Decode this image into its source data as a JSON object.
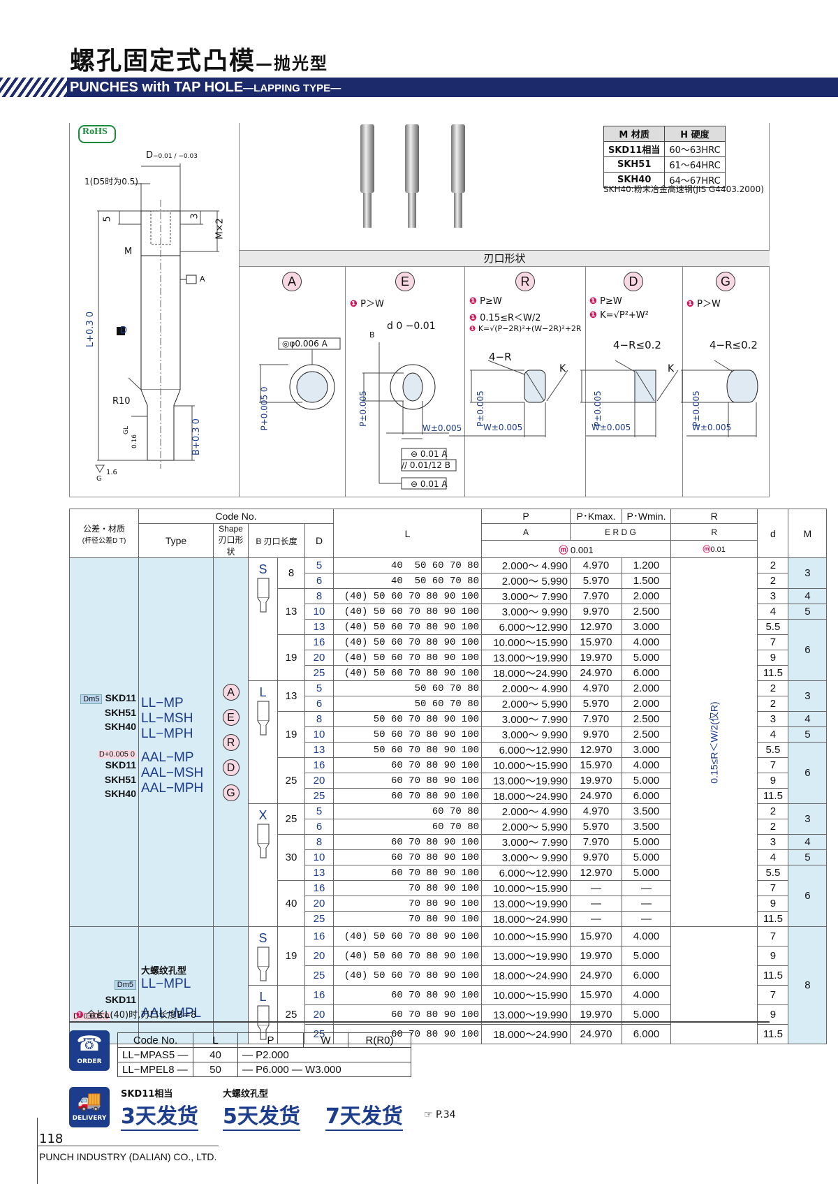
{
  "header": {
    "title_cn": "螺孔固定式凸模",
    "title_cn_sub": "—抛光型",
    "title_en": "PUNCHES with TAP HOLE",
    "title_en_sub": "—LAPPING TYPE—"
  },
  "drawing": {
    "rohs": "RoHS",
    "dim_top": "D",
    "dim_tol": "−0.01 / −0.03",
    "note_1": "1(D5时为0.5)",
    "d5": "5",
    "d3": "3",
    "mx2": "M×2",
    "m": "M",
    "a": "A",
    "d": "D",
    "l": "L+0.3 0",
    "r10": "R10",
    "b": "B+0.3 0",
    "gl": "GL",
    "v016": "0.16",
    "g": "G",
    "v16": "1.6"
  },
  "materials": {
    "col1": "M 材质",
    "col2": "H 硬度",
    "rows": [
      {
        "m": "SKD11相当",
        "h": "60～63HRC"
      },
      {
        "m": "SKH51",
        "h": "61～64HRC"
      },
      {
        "m": "SKH40",
        "h": "64～67HRC"
      }
    ],
    "note": "SKH40:粉末冶金高速钢(JIS G4403.2000)"
  },
  "shapes": {
    "header": "刃口形状",
    "items": [
      {
        "key": "A",
        "notes": []
      },
      {
        "key": "E",
        "notes": [
          "P＞W"
        ]
      },
      {
        "key": "R",
        "notes": [
          "P≥W",
          "0.15≤R＜W/2",
          "K=√(P−2R)²+(W−2R)²+2R"
        ]
      },
      {
        "key": "D",
        "notes": [
          "P≥W",
          "K=√P²+W²"
        ]
      },
      {
        "key": "G",
        "notes": [
          "P＞W"
        ]
      }
    ],
    "labels": {
      "phi": "φ0.006",
      "a_ref": "A",
      "p_tol": "P+0.005 0",
      "p_pm": "P±0.005",
      "w_pm": "W±0.005",
      "d_tol": "d 0 −0.01",
      "b_ref": "B",
      "four_r": "4−R",
      "four_r_le": "4−R≤0.2",
      "k": "K",
      "tol1": "0.01",
      "tol2": "0.01/12",
      "tol3": "0.01"
    }
  },
  "table": {
    "h_tol": "公差・材质",
    "h_tol2": "(杆径公差D T)",
    "h_code": "Code No.",
    "h_type": "Type",
    "h_shape": "Shape 刃口形状",
    "h_b": "B 刃口长度",
    "h_d": "D",
    "h_l": "L",
    "h_p": "P",
    "h_pk": "P･Kmax.",
    "h_pw": "P･Wmin.",
    "h_r": "R",
    "h_dd": "d",
    "h_m": "M",
    "h_pa": "A",
    "h_pkw": "E R D G",
    "h_rr": "R",
    "h_inc1": "0.001",
    "h_inc2": "0.01",
    "r_note": "0.15≤R＜W/2(仅R)",
    "grp1": {
      "mat1": [
        "SKD11",
        "SKH51",
        "SKH40"
      ],
      "type1": [
        "LL−MP",
        "LL−MSH",
        "LL−MPH"
      ],
      "tag1": "Dm5",
      "mat2": [
        "SKD11",
        "SKH51",
        "SKH40"
      ],
      "type2": [
        "AAL−MP",
        "AAL−MSH",
        "AAL−MPH"
      ],
      "tag2": "D+0.005 0",
      "shapes": [
        "A",
        "E",
        "R",
        "D",
        "G"
      ]
    },
    "grp2": {
      "label": "大螺纹孔型",
      "type1": "LL−MPL",
      "tag1": "Dm5",
      "mat": "SKD11",
      "tag2": "D+0.005 0",
      "type2": "AAL−MPL"
    },
    "rows": [
      {
        "s": "S",
        "b": "8",
        "d": "5",
        "l": "40  50 60 70 80",
        "p": "2.000～ 4.990",
        "k": "4.970",
        "w": "1.200",
        "dd": "2",
        "m": "3"
      },
      {
        "d": "6",
        "l": "40  50 60 70 80",
        "p": "2.000～ 5.990",
        "k": "5.970",
        "w": "1.500",
        "dd": "2"
      },
      {
        "b": "13",
        "d": "8",
        "l": "(40) 50 60 70 80 90 100",
        "p": "3.000～ 7.990",
        "k": "7.970",
        "w": "2.000",
        "dd": "3",
        "m": "4"
      },
      {
        "d": "10",
        "l": "(40) 50 60 70 80 90 100",
        "p": "3.000～ 9.990",
        "k": "9.970",
        "w": "2.500",
        "dd": "4",
        "m": "5"
      },
      {
        "d": "13",
        "l": "(40) 50 60 70 80 90 100",
        "p": "6.000～12.990",
        "k": "12.970",
        "w": "3.000",
        "dd": "5.5",
        "m": "6"
      },
      {
        "b": "19",
        "d": "16",
        "l": "(40) 50 60 70 80 90 100",
        "p": "10.000～15.990",
        "k": "15.970",
        "w": "4.000",
        "dd": "7"
      },
      {
        "d": "20",
        "l": "(40) 50 60 70 80 90 100",
        "p": "13.000～19.990",
        "k": "19.970",
        "w": "5.000",
        "dd": "9"
      },
      {
        "d": "25",
        "l": "(40) 50 60 70 80 90 100",
        "p": "18.000～24.990",
        "k": "24.970",
        "w": "6.000",
        "dd": "11.5"
      },
      {
        "s": "L",
        "b": "13",
        "d": "5",
        "l": "50 60 70 80",
        "p": "2.000～ 4.990",
        "k": "4.970",
        "w": "2.000",
        "dd": "2",
        "m": "3"
      },
      {
        "d": "6",
        "l": "50 60 70 80",
        "p": "2.000～ 5.990",
        "k": "5.970",
        "w": "2.000",
        "dd": "2"
      },
      {
        "b": "19",
        "d": "8",
        "l": "50 60 70 80 90 100",
        "p": "3.000～ 7.990",
        "k": "7.970",
        "w": "2.500",
        "dd": "3",
        "m": "4"
      },
      {
        "d": "10",
        "l": "50 60 70 80 90 100",
        "p": "3.000～ 9.990",
        "k": "9.970",
        "w": "2.500",
        "dd": "4",
        "m": "5"
      },
      {
        "d": "13",
        "l": "50 60 70 80 90 100",
        "p": "6.000～12.990",
        "k": "12.970",
        "w": "3.000",
        "dd": "5.5",
        "m": "6"
      },
      {
        "b": "25",
        "d": "16",
        "l": "60 70 80 90 100",
        "p": "10.000～15.990",
        "k": "15.970",
        "w": "4.000",
        "dd": "7"
      },
      {
        "d": "20",
        "l": "60 70 80 90 100",
        "p": "13.000～19.990",
        "k": "19.970",
        "w": "5.000",
        "dd": "9"
      },
      {
        "d": "25",
        "l": "60 70 80 90 100",
        "p": "18.000～24.990",
        "k": "24.970",
        "w": "6.000",
        "dd": "11.5"
      },
      {
        "s": "X",
        "b": "25",
        "d": "5",
        "l": "60 70 80",
        "p": "2.000～ 4.990",
        "k": "4.970",
        "w": "3.500",
        "dd": "2",
        "m": "3"
      },
      {
        "d": "6",
        "l": "60 70 80",
        "p": "2.000～ 5.990",
        "k": "5.970",
        "w": "3.500",
        "dd": "2"
      },
      {
        "b": "30",
        "d": "8",
        "l": "60 70 80 90 100",
        "p": "3.000～ 7.990",
        "k": "7.970",
        "w": "5.000",
        "dd": "3",
        "m": "4"
      },
      {
        "d": "10",
        "l": "60 70 80 90 100",
        "p": "3.000～ 9.990",
        "k": "9.970",
        "w": "5.000",
        "dd": "4",
        "m": "5"
      },
      {
        "d": "13",
        "l": "60 70 80 90 100",
        "p": "6.000～12.990",
        "k": "12.970",
        "w": "5.000",
        "dd": "5.5",
        "m": "6"
      },
      {
        "b": "40",
        "d": "16",
        "l": "70 80 90 100",
        "p": "10.000～15.990",
        "k": "—",
        "w": "—",
        "dd": "7"
      },
      {
        "d": "20",
        "l": "70 80 90 100",
        "p": "13.000～19.990",
        "k": "—",
        "w": "—",
        "dd": "9"
      },
      {
        "d": "25",
        "l": "70 80 90 100",
        "p": "18.000～24.990",
        "k": "—",
        "w": "—",
        "dd": "11.5"
      },
      {
        "s": "S",
        "b": "19",
        "d": "16",
        "l": "(40) 50 60 70 80 90 100",
        "p": "10.000～15.990",
        "k": "15.970",
        "w": "4.000",
        "dd": "7",
        "m": "8"
      },
      {
        "d": "20",
        "l": "(40) 50 60 70 80 90 100",
        "p": "13.000～19.990",
        "k": "19.970",
        "w": "5.000",
        "dd": "9"
      },
      {
        "d": "25",
        "l": "(40) 50 60 70 80 90 100",
        "p": "18.000～24.990",
        "k": "24.970",
        "w": "6.000",
        "dd": "11.5"
      },
      {
        "s": "L",
        "b": "25",
        "d": "16",
        "l": "60 70 80 90 100",
        "p": "10.000～15.990",
        "k": "15.970",
        "w": "4.000",
        "dd": "7"
      },
      {
        "d": "20",
        "l": "60 70 80 90 100",
        "p": "13.000～19.990",
        "k": "19.970",
        "w": "5.000",
        "dd": "9"
      },
      {
        "d": "25",
        "l": "60 70 80 90 100",
        "p": "18.000～24.990",
        "k": "24.970",
        "w": "6.000",
        "dd": "11.5"
      }
    ],
    "footnote": "全长L(40)时,刃口长度B=8"
  },
  "order": {
    "icon": "ORDER",
    "headers": [
      "Code No.",
      "L",
      "P",
      "W",
      "R(R0)"
    ],
    "rows": [
      [
        "LL−MPAS5 —",
        "40",
        "— P2.000",
        "",
        ""
      ],
      [
        "LL−MPEL8 —",
        "50",
        "— P6.000 — W3.000",
        "",
        ""
      ]
    ]
  },
  "delivery": {
    "icon": "DELIVERY",
    "label1": "SKD11相当",
    "label2": "大螺纹孔型",
    "d1": "3天发货",
    "d2": "5天发货",
    "d3": "7天发货",
    "ref": "☞ P.34"
  },
  "footer": {
    "page": "118",
    "company": "PUNCH INDUSTRY (DALIAN) CO., LTD."
  }
}
